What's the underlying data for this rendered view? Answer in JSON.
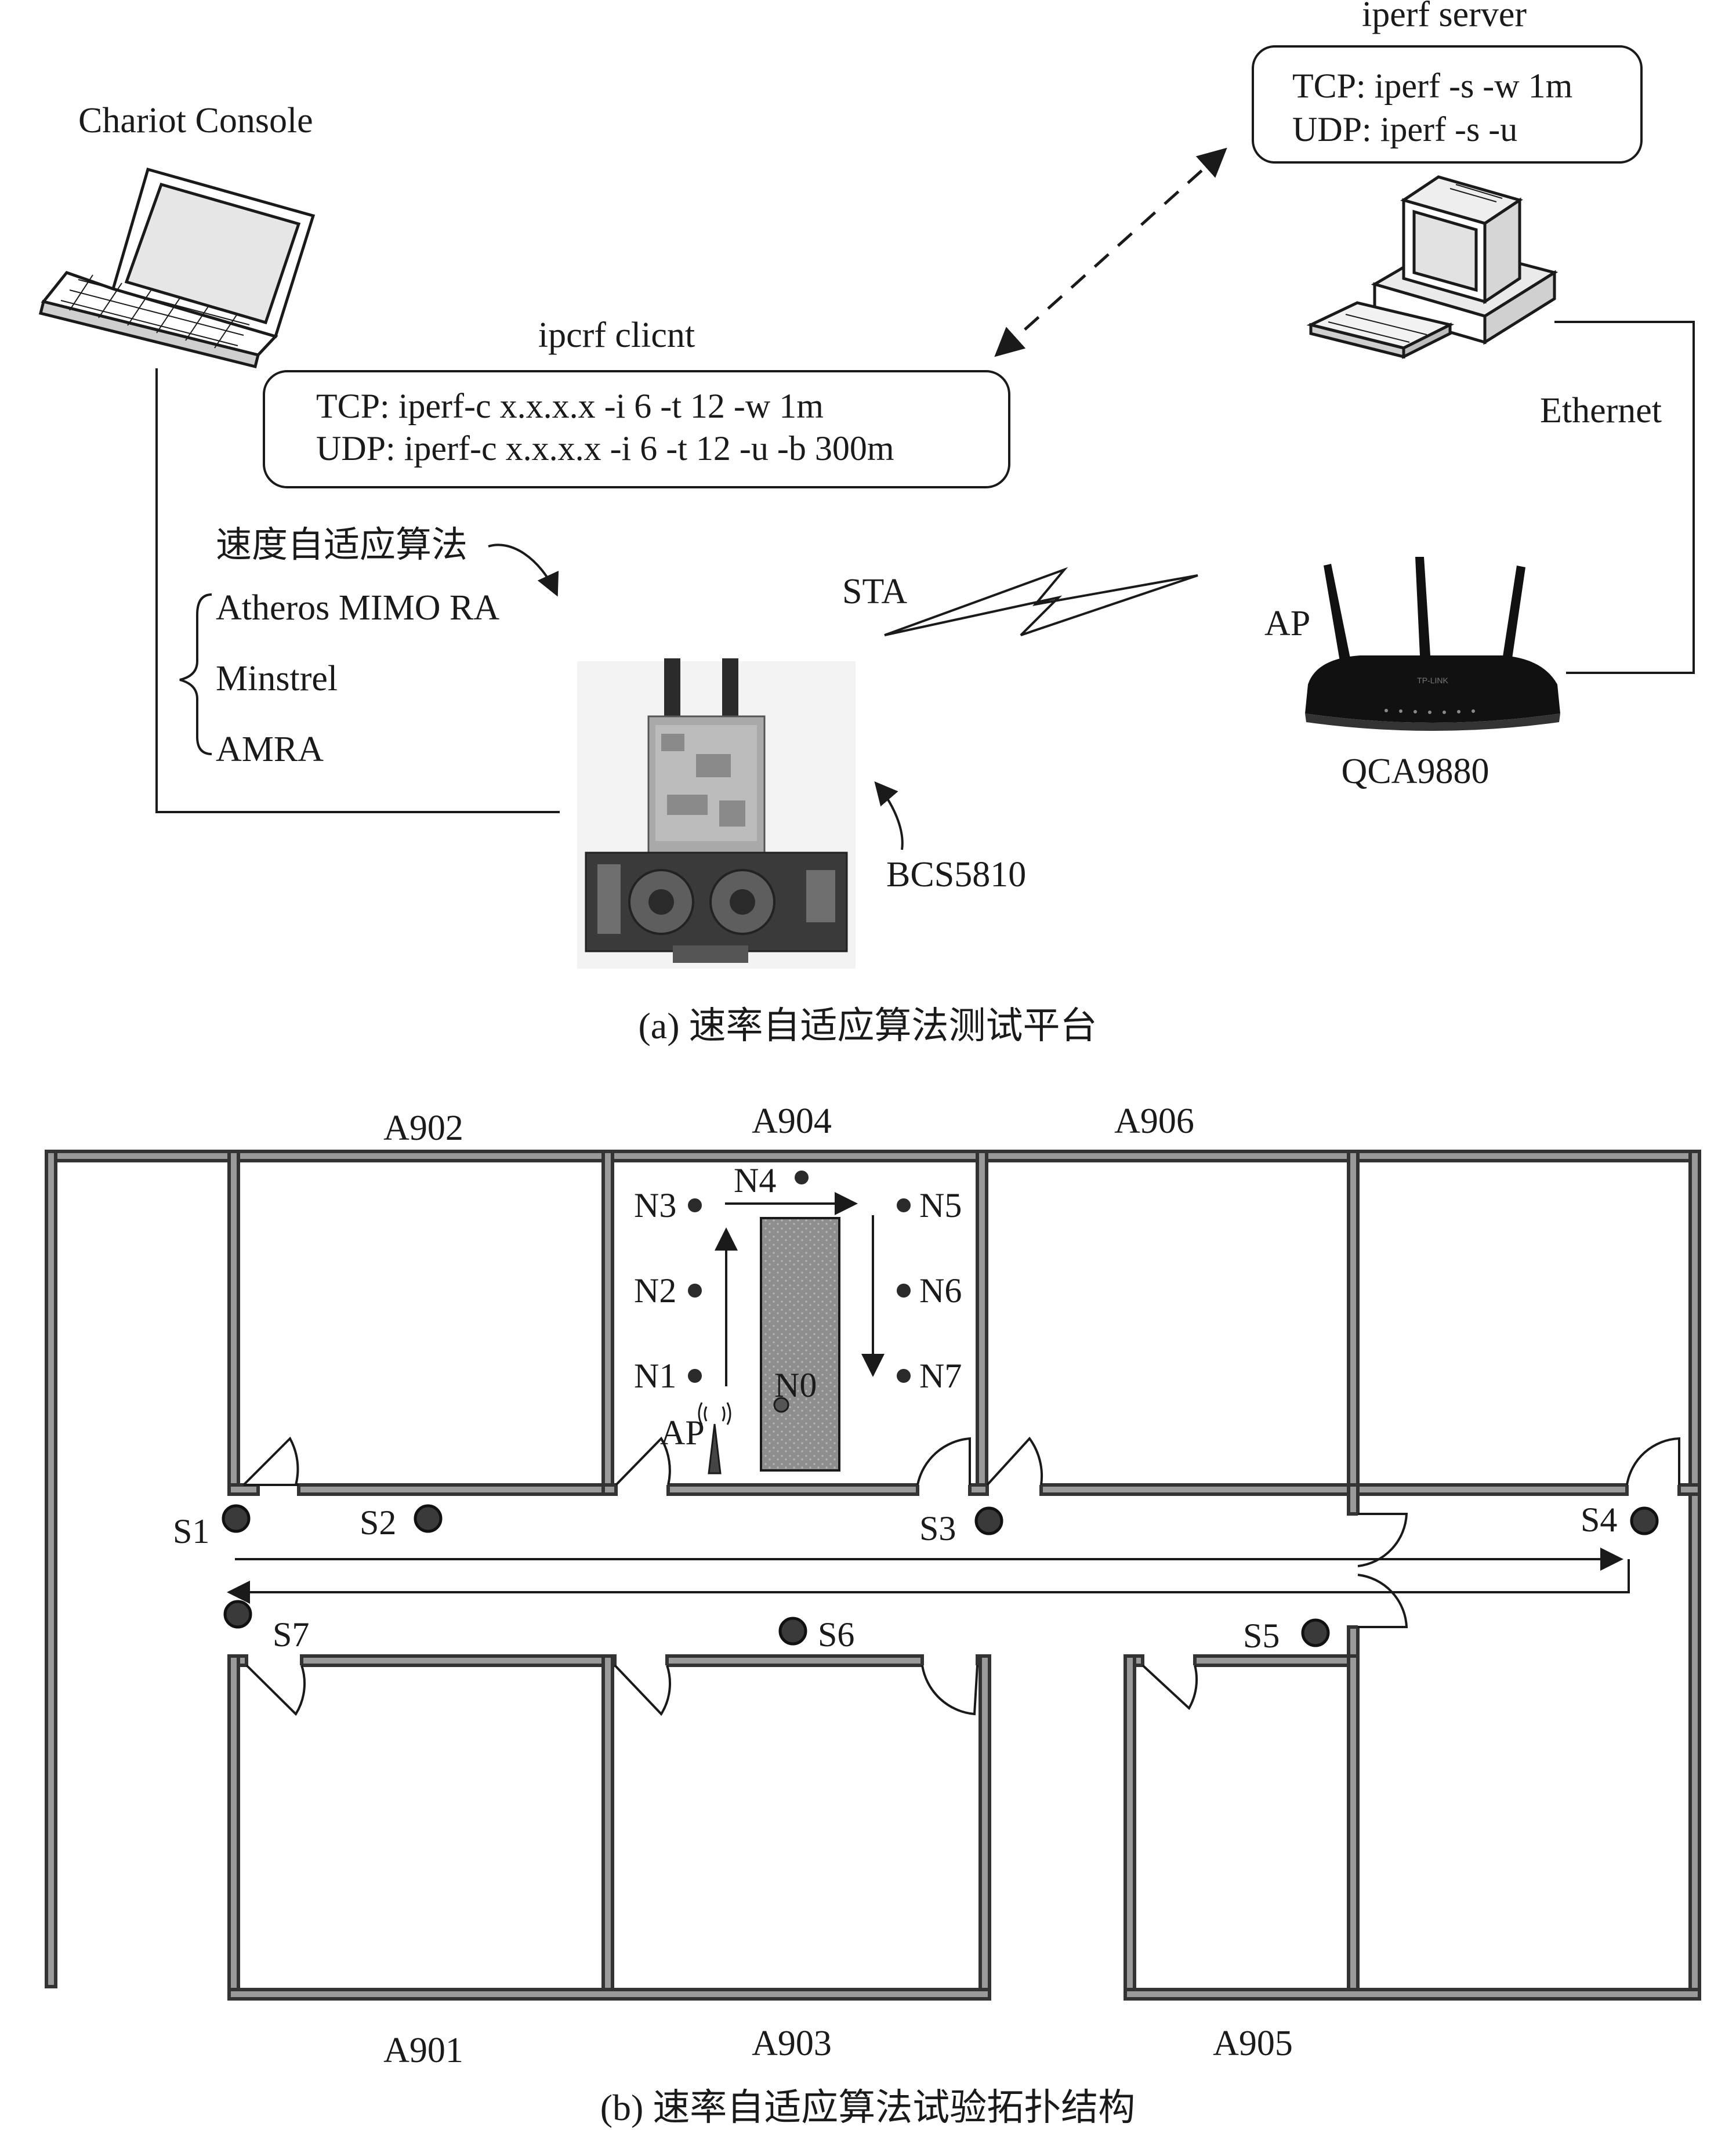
{
  "part_a": {
    "console_label": "Chariot Console",
    "server_title": "iperf server",
    "server_tcp": "TCP: iperf -s -w 1m",
    "server_udp": "UDP: iperf -s -u",
    "client_title": "ipcrf clicnt",
    "client_tcp": "TCP: iperf-c x.x.x.x -i 6 -t 12 -w 1m",
    "client_udp": "UDP: iperf-c x.x.x.x -i 6 -t 12 -u -b 300m",
    "algo_title": "速度自适应算法",
    "algorithms": [
      "Atheros MIMO RA",
      "Minstrel",
      "AMRA"
    ],
    "sta_label": "STA",
    "ap_label": "AP",
    "ethernet_label": "Ethernet",
    "router_model": "QCA9880",
    "board_model": "BCS5810",
    "router_brand": "TP-LINK",
    "caption": "(a) 速率自适应算法测试平台"
  },
  "part_b": {
    "rooms_top": [
      "A902",
      "A904",
      "A906"
    ],
    "rooms_bottom": [
      "A901",
      "A903",
      "A905"
    ],
    "inner_nodes": [
      "N0",
      "N1",
      "N2",
      "N3",
      "N4",
      "N5",
      "N6",
      "N7"
    ],
    "ap_label": "AP",
    "corridor_nodes": [
      "S1",
      "S2",
      "S3",
      "S4",
      "S5",
      "S6",
      "S7"
    ],
    "caption": "(b) 速率自适应算法试验拓扑结构"
  },
  "colors": {
    "line": "#1a1a1a",
    "wall_fill": "#9a9a9a",
    "table_fill": "#8e8e8e",
    "device_dark": "#111111"
  }
}
